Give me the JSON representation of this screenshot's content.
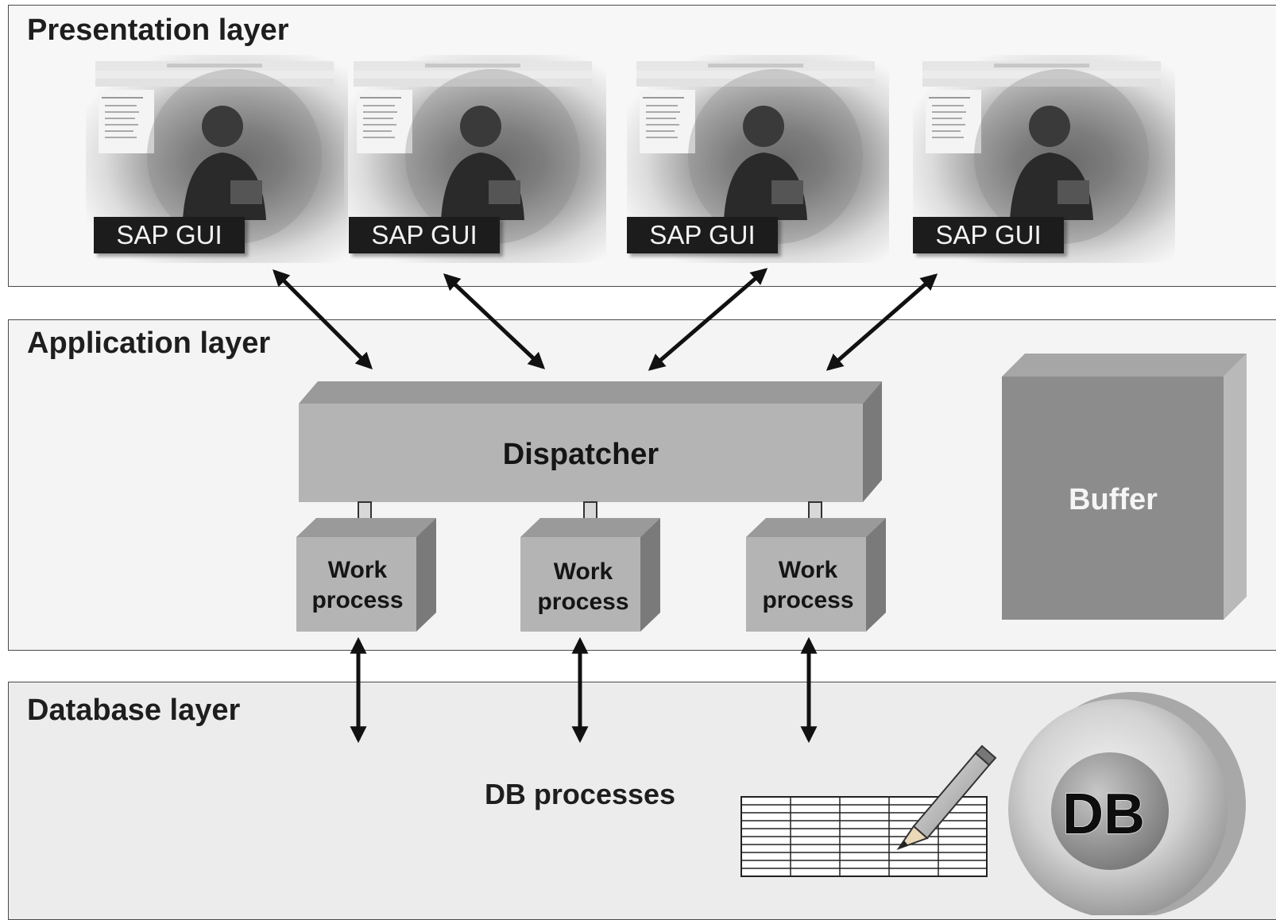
{
  "layers": {
    "presentation": {
      "title": "Presentation layer"
    },
    "application": {
      "title": "Application layer"
    },
    "database": {
      "title": "Database layer"
    }
  },
  "presentation": {
    "clients": [
      {
        "label": "SAP GUI"
      },
      {
        "label": "SAP GUI"
      },
      {
        "label": "SAP GUI"
      },
      {
        "label": "SAP GUI"
      }
    ]
  },
  "application": {
    "dispatcher": "Dispatcher",
    "buffer": "Buffer",
    "work_processes": [
      {
        "line1": "Work",
        "line2": "process"
      },
      {
        "line1": "Work",
        "line2": "process"
      },
      {
        "line1": "Work",
        "line2": "process"
      }
    ]
  },
  "database": {
    "processes_label": "DB processes",
    "db_label": "DB"
  },
  "icons": {
    "table": "table-icon",
    "pencil": "pencil-icon",
    "database": "database-icon",
    "user_photo": "user-photo-icon"
  },
  "colors": {
    "box_face": "#b4b4b4",
    "box_top": "#9a9a9a",
    "box_side": "#7a7a7a",
    "buffer_face": "#8c8c8c",
    "label_bg": "#1c1c1c"
  }
}
